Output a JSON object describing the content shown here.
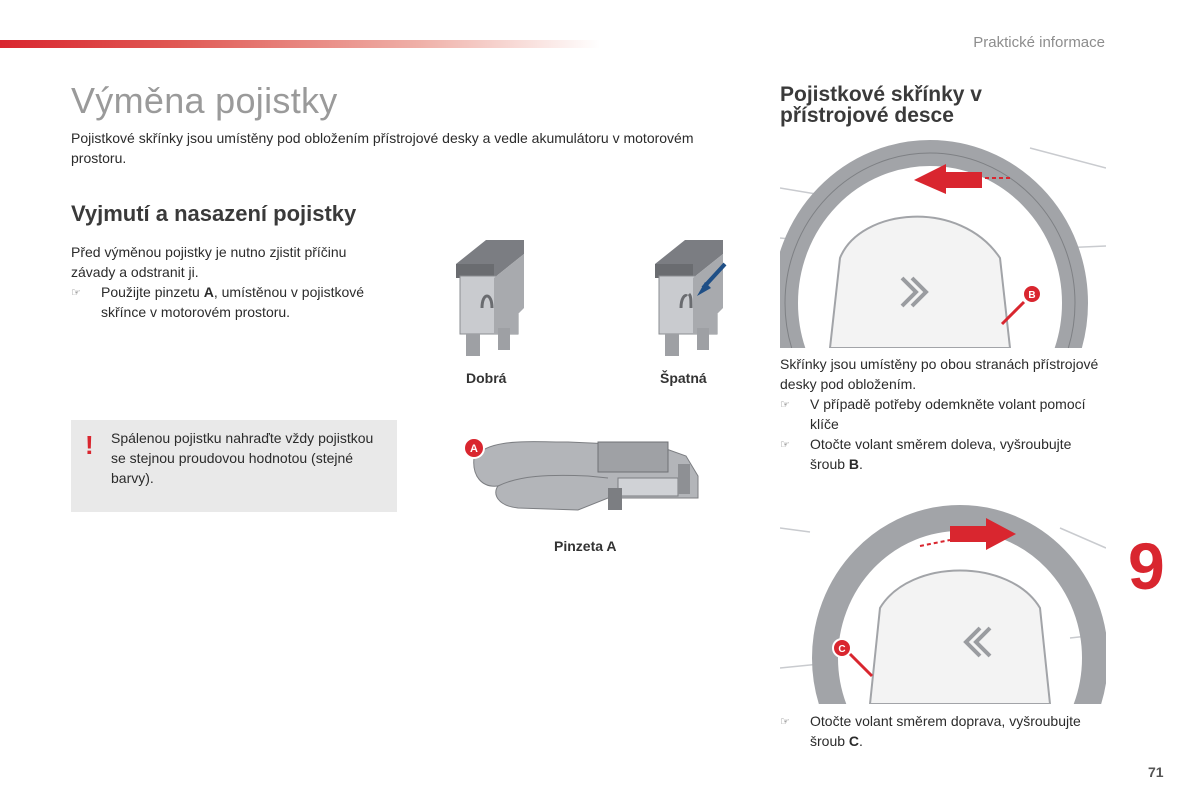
{
  "header": {
    "section": "Praktické informace"
  },
  "title": "Výměna pojistky",
  "intro": "Pojistkové skřínky jsou umístěny pod obložením přístrojové desky a vedle akumulátoru v motorovém prostoru.",
  "left": {
    "heading": "Vyjmutí a nasazení pojistky",
    "para": "Před výměnou pojistky je nutno zjistit příčinu závady a odstranit ji.",
    "bullet": {
      "mark": "☞",
      "pre": "Použijte pinzetu ",
      "key": "A",
      "post": ", umístěnou v pojistkové skřínce v motorovém prostoru."
    },
    "warning": {
      "icon": "exclamation-icon",
      "mark": "!",
      "text": "Spálenou pojistku nahraďte vždy pojistkou se stejnou proudovou hodnotou (stejné barvy)."
    }
  },
  "figures": {
    "good_label": "Dobrá",
    "bad_label": "Špatná",
    "tweezers_label": "Pinzeta A",
    "callout_a": "A",
    "callout_b": "B",
    "callout_c": "C"
  },
  "right": {
    "heading": "Pojistkové skřínky v přístrojové desce",
    "para": "Skřínky jsou umístěny po obou stranách přístrojové desky pod obložením.",
    "bullets": [
      {
        "mark": "☞",
        "pre": "V případě potřeby odemkněte volant pomocí klíče",
        "key": "",
        "post": ""
      },
      {
        "mark": "☞",
        "pre": "Otočte volant směrem doleva, vyšroubujte šroub ",
        "key": "B",
        "post": "."
      },
      {
        "mark": "☞",
        "pre": "Otočte volant směrem doprava, vyšroubujte šroub ",
        "key": "C",
        "post": "."
      }
    ]
  },
  "chapter": "9",
  "page": "71",
  "colors": {
    "accent": "#d9262f",
    "warning_bg": "#e9e9e9"
  }
}
